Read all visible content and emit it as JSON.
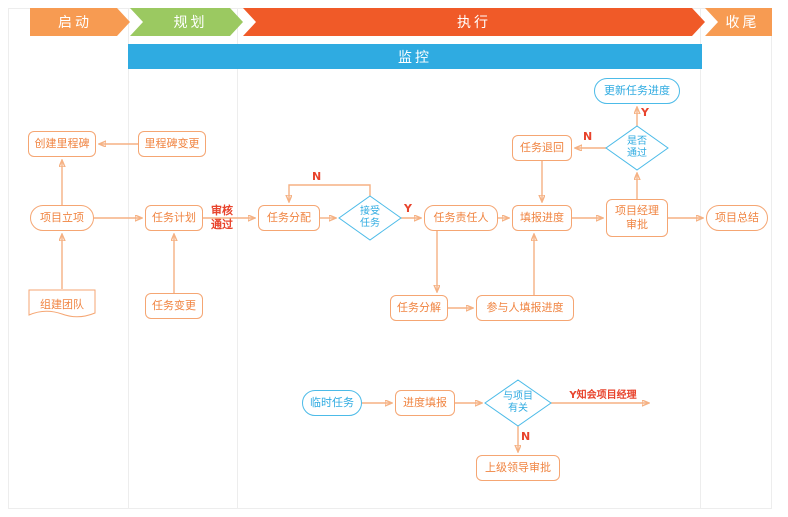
{
  "phases": {
    "start": "启动",
    "planning": "规划",
    "execution": "执行",
    "closing": "收尾",
    "monitoring": "监控"
  },
  "nodes": {
    "create_milestone": "创建里程碑",
    "milestone_change": "里程碑变更",
    "project_initiation": "项目立项",
    "build_team": "组建团队",
    "task_plan": "任务计划",
    "task_change": "任务变更",
    "task_assign": "任务分配",
    "accept_task": "接受\n任务",
    "task_owner": "任务责任人",
    "fill_progress": "填报进度",
    "pm_approval": "项目经理\n审批",
    "project_summary": "项目总结",
    "task_return": "任务退回",
    "pass_check": "是否\n通过",
    "update_progress": "更新任务进度",
    "task_decompose": "任务分解",
    "participant_fill": "参与人填报进度",
    "temp_task": "临时任务",
    "progress_fill": "进度填报",
    "project_related": "与项目\n有关",
    "leader_approval": "上级领导审批"
  },
  "labels": {
    "review_pass": "审核\n通过",
    "accept_no": "N",
    "accept_yes": "Y",
    "pass_yes": "Y",
    "pass_no": "N",
    "notify_pm": "Y知会项目经理",
    "related_no": "N"
  },
  "colors": {
    "phase_orange": "#F79B52",
    "phase_green": "#9BC961",
    "phase_red": "#F05A28",
    "phase_blue": "#2FABE1",
    "node_orange_border": "#F5A673",
    "node_orange_text": "#F08441",
    "node_blue": "#4CBBE8",
    "arrow_line": "#F5B183",
    "label_red": "#E8432C"
  }
}
